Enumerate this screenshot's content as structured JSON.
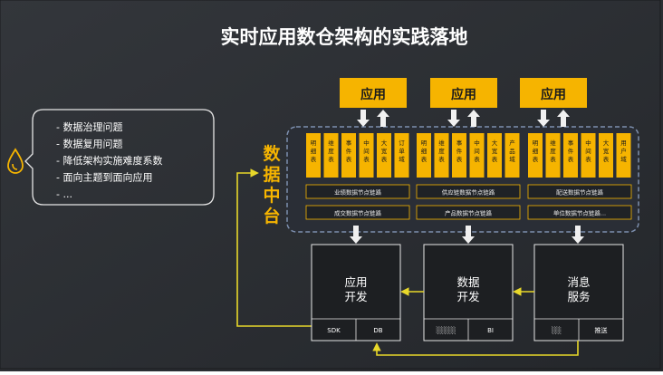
{
  "slide": {
    "title": "实时应用数仓架构的实践落地",
    "bullets": [
      "-  数据治理问题",
      "-  数据复用问题",
      "-  降低架构实施难度系数",
      "-  面向主题到面向应用",
      "-  ..."
    ],
    "platform_label": [
      "数",
      "据",
      "中",
      "台"
    ],
    "app_boxes": [
      "应用",
      "应用",
      "应用"
    ],
    "groups": [
      {
        "tables": [
          "明细表",
          "维度表",
          "事件表",
          "中间表",
          "大宽表",
          "订单域"
        ],
        "chain_top": "业绩数据节点链路",
        "chain_bottom": "成交数据节点链路"
      },
      {
        "tables": [
          "明细表",
          "维度表",
          "事件表",
          "中间表",
          "大宽表",
          "产品域"
        ],
        "chain_top": "供应链数据节点链路",
        "chain_bottom": "产品数据节点链路"
      },
      {
        "tables": [
          "明细表",
          "维度表",
          "事件表",
          "中间表",
          "大宽表",
          "用户域"
        ],
        "chain_top": "配送数据节点链路",
        "chain_bottom": "单位数据节点链路..."
      }
    ],
    "services": [
      {
        "title": [
          "应用",
          "开发"
        ],
        "cells": [
          "SDK",
          "DB"
        ]
      },
      {
        "title": [
          "数据",
          "开发"
        ],
        "cells": [
          "░░░░",
          "BI"
        ]
      },
      {
        "title": [
          "消息",
          "服务"
        ],
        "cells": [
          "░░",
          "推送"
        ]
      }
    ],
    "colors": {
      "background": "#2b2e33",
      "accent_yellow": "#f6b400",
      "line_yellow": "#e8d82a",
      "box_dark": "#1d1f22",
      "dashed_border": "#7d8fae",
      "text_white": "#ffffff"
    },
    "icons": [
      "droplet-icon"
    ]
  }
}
